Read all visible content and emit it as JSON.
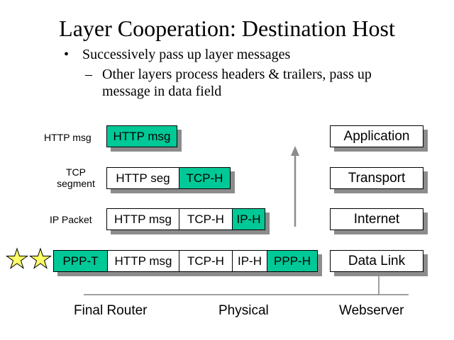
{
  "title": "Layer Cooperation: Destination Host",
  "bullets": {
    "level1": {
      "marker": "•",
      "text": "Successively pass up layer messages"
    },
    "level2": {
      "marker": "–",
      "text": "Other layers process headers & trailers, pass up message in data field"
    }
  },
  "rows": [
    {
      "label": "HTTP msg",
      "cells": [
        {
          "text": "HTTP msg",
          "type": "hdr"
        }
      ]
    },
    {
      "label": "TCP segment",
      "cells": [
        {
          "text": "HTTP seg",
          "type": "data"
        },
        {
          "text": "TCP-H",
          "type": "hdr"
        }
      ]
    },
    {
      "label": "IP Packet",
      "cells": [
        {
          "text": "HTTP msg",
          "type": "data"
        },
        {
          "text": "TCP-H",
          "type": "data"
        },
        {
          "text": "IP-H",
          "type": "hdr"
        }
      ]
    },
    {
      "label": "",
      "cells": [
        {
          "text": "PPP-T",
          "type": "hdr"
        },
        {
          "text": "HTTP msg",
          "type": "data"
        },
        {
          "text": "TCP-H",
          "type": "data"
        },
        {
          "text": "IP-H",
          "type": "data"
        },
        {
          "text": "PPP-H",
          "type": "hdr"
        }
      ]
    }
  ],
  "row_labels": {
    "http": "HTTP msg",
    "tcp_line1": "TCP",
    "tcp_line2": "segment",
    "ip": "IP Packet"
  },
  "layers": [
    "Application",
    "Transport",
    "Internet",
    "Data Link"
  ],
  "bottom_labels": {
    "left": "Final Router",
    "middle": "Physical",
    "right": "Webserver"
  },
  "icons": {
    "stars": "star-icon",
    "arrow": "arrow-up-icon"
  },
  "colors": {
    "header_fill": "#00c896",
    "shadow": "#8c8c8c",
    "star_fill": "#ffff66",
    "arrow": "#8c8c8c"
  }
}
